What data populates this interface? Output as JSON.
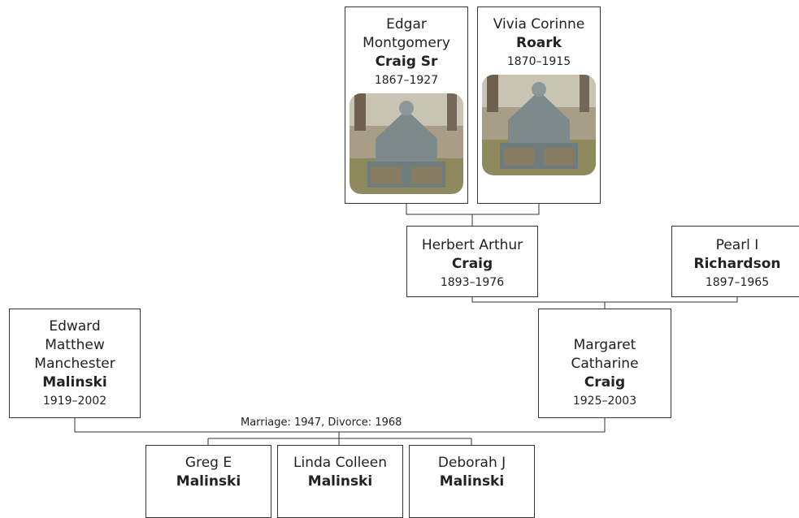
{
  "people": {
    "edgar": {
      "given": "Edgar Montgomery",
      "surname": "Craig Sr",
      "dates": "1867–1927"
    },
    "vivia": {
      "given": "Vivia Corinne",
      "surname": "Roark",
      "dates": "1870–1915"
    },
    "herbert": {
      "given": "Herbert Arthur",
      "surname": "Craig",
      "dates": "1893–1976"
    },
    "pearl": {
      "given": "Pearl I",
      "surname": "Richardson",
      "dates": "1897–1965"
    },
    "edward": {
      "given": "Edward Matthew Manchester",
      "surname": "Malinski",
      "dates": "1919–2002"
    },
    "margaret": {
      "given": "Margaret Catharine",
      "surname": "Craig",
      "dates": "1925–2003"
    },
    "greg": {
      "given": "Greg E",
      "surname": "Malinski"
    },
    "linda": {
      "given": "Linda Colleen",
      "surname": "Malinski"
    },
    "deborah": {
      "given": "Deborah J",
      "surname": "Malinski"
    }
  },
  "marriage": {
    "label": "Marriage: 1947, Divorce: 1968"
  }
}
